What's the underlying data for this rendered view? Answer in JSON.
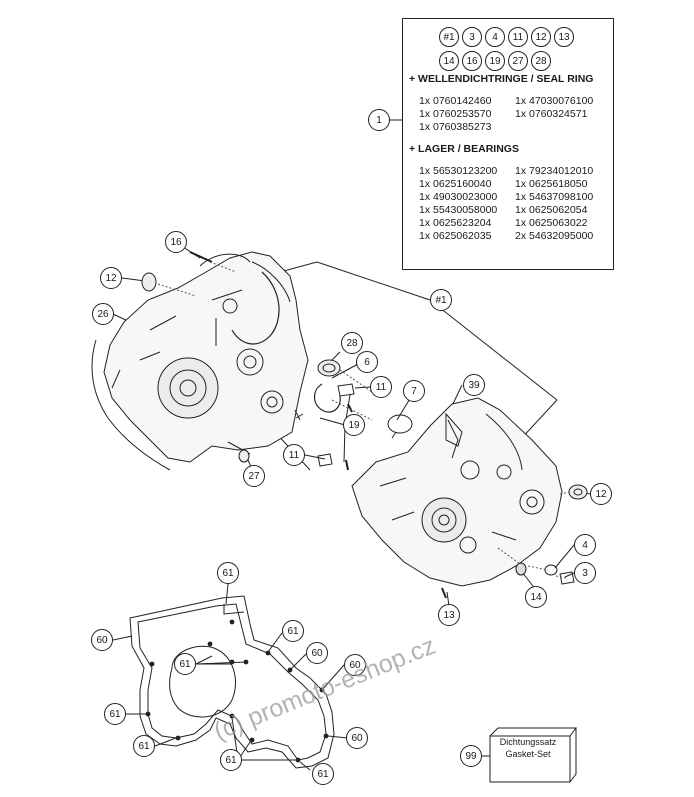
{
  "parts_box": {
    "bubbles_row1": [
      "#1",
      "3",
      "4",
      "11",
      "12",
      "13"
    ],
    "bubbles_row2": [
      "14",
      "16",
      "19",
      "27",
      "28"
    ],
    "seal_title": "+ WELLENDICHTRINGE / SEAL RING",
    "seal_items": [
      "1x 0760142460",
      "1x 47030076100",
      "1x 0760253570",
      "1x 0760324571",
      "1x 0760385273"
    ],
    "bearing_title": "+ LAGER / BEARINGS",
    "bearing_items": [
      "1x 56530123200",
      "1x 79234012010",
      "1x 0625160040",
      "1x 0625618050",
      "1x 49030023000",
      "1x 54637098100",
      "1x 55430058000",
      "1x 0625062054",
      "1x 0625623204",
      "1x 0625063022",
      "1x 0625062035",
      "2x 54632095000"
    ]
  },
  "callouts": {
    "c1": "1",
    "c16": "16",
    "c12a": "12",
    "c26": "26",
    "c28": "28",
    "c6": "6",
    "c11a": "11",
    "c7": "7",
    "c39": "39",
    "c19": "19",
    "c11b": "11",
    "c27": "27",
    "c12b": "12",
    "c4": "4",
    "c3": "3",
    "c14": "14",
    "c13": "13",
    "c1h": "#1",
    "c61a": "61",
    "c60a": "60",
    "c61b": "61",
    "c61c": "61",
    "c60b": "60",
    "c60c": "60",
    "c61d": "61",
    "c61e": "61",
    "c60d": "60",
    "c61f": "61",
    "c61g": "61",
    "c99": "99"
  },
  "kit": {
    "line1": "Dichtungssatz",
    "line2": "Gasket-Set"
  },
  "watermark": "(c) promoto-eshop.cz"
}
